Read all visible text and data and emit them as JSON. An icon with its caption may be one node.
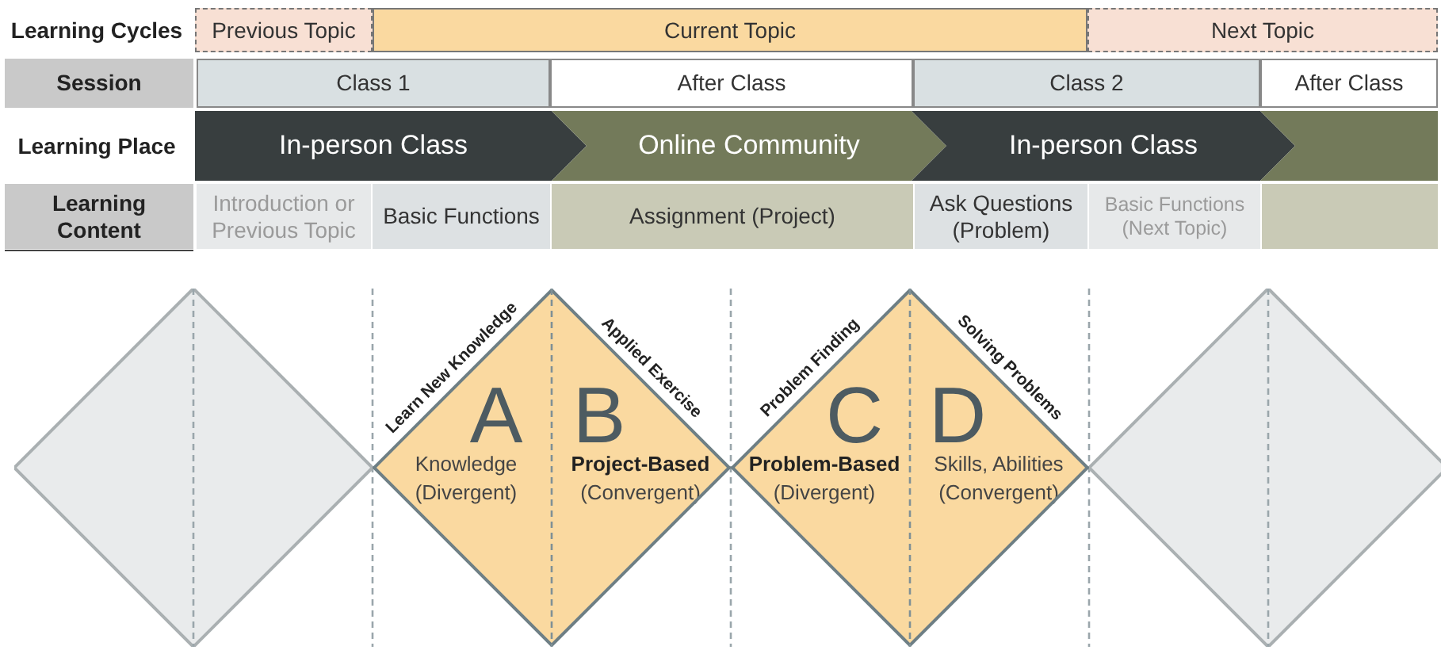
{
  "diagram": {
    "nodes": [
      {
        "text": [
          "Learning Cycles"
        ]
      },
      {
        "text": [
          "Previous Topic"
        ]
      },
      {
        "text": [
          "Current Topic"
        ]
      },
      {
        "text": [
          "Next Topic"
        ]
      },
      {
        "text": [
          "Session"
        ]
      },
      {
        "text": [
          "Class 1"
        ]
      },
      {
        "text": [
          "After Class"
        ]
      },
      {
        "text": [
          "Class 2"
        ]
      },
      {
        "text": [
          "After Class"
        ]
      },
      {
        "text": [
          "Learning Place"
        ]
      },
      {
        "text": [
          "In-person Class"
        ]
      },
      {
        "text": [
          "Online Community"
        ]
      },
      {
        "text": [
          "In-person Class"
        ]
      },
      {
        "text": [],
        "shape": "chevron"
      },
      {
        "text": [
          "Learning Content"
        ]
      },
      {
        "text": [
          "Introduction or Previous Topic"
        ]
      },
      {
        "text": [
          "Basic Functions"
        ]
      },
      {
        "text": [
          "Assignment (Project)"
        ]
      },
      {
        "text": [
          "Ask Questions (Problem)"
        ]
      },
      {
        "text": [
          "Basic Functions (Next Topic)"
        ]
      },
      {
        "text": [],
        "shape": "box"
      },
      {
        "text": [],
        "shape": "diamond"
      },
      {
        "text": [],
        "shape": "diamond"
      },
      {
        "text": [
          "Learn New Knowledge",
          "A",
          "Knowledge (Divergent)"
        ],
        "in": 22
      },
      {
        "text": [
          "Applied Exercise",
          "B",
          "**Project-Based** (Convergent)"
        ],
        "in": 22
      },
      {
        "text": [],
        "shape": "diamond"
      },
      {
        "text": [
          "Problem Finding",
          "C",
          "**Problem-Based** (Divergent)"
        ],
        "in": 25
      },
      {
        "text": [
          "Solving Problems",
          "D",
          "Skills, Abilities (Convergent)"
        ],
        "in": 25
      },
      {
        "text": [],
        "shape": "diamond"
      }
    ]
  }
}
